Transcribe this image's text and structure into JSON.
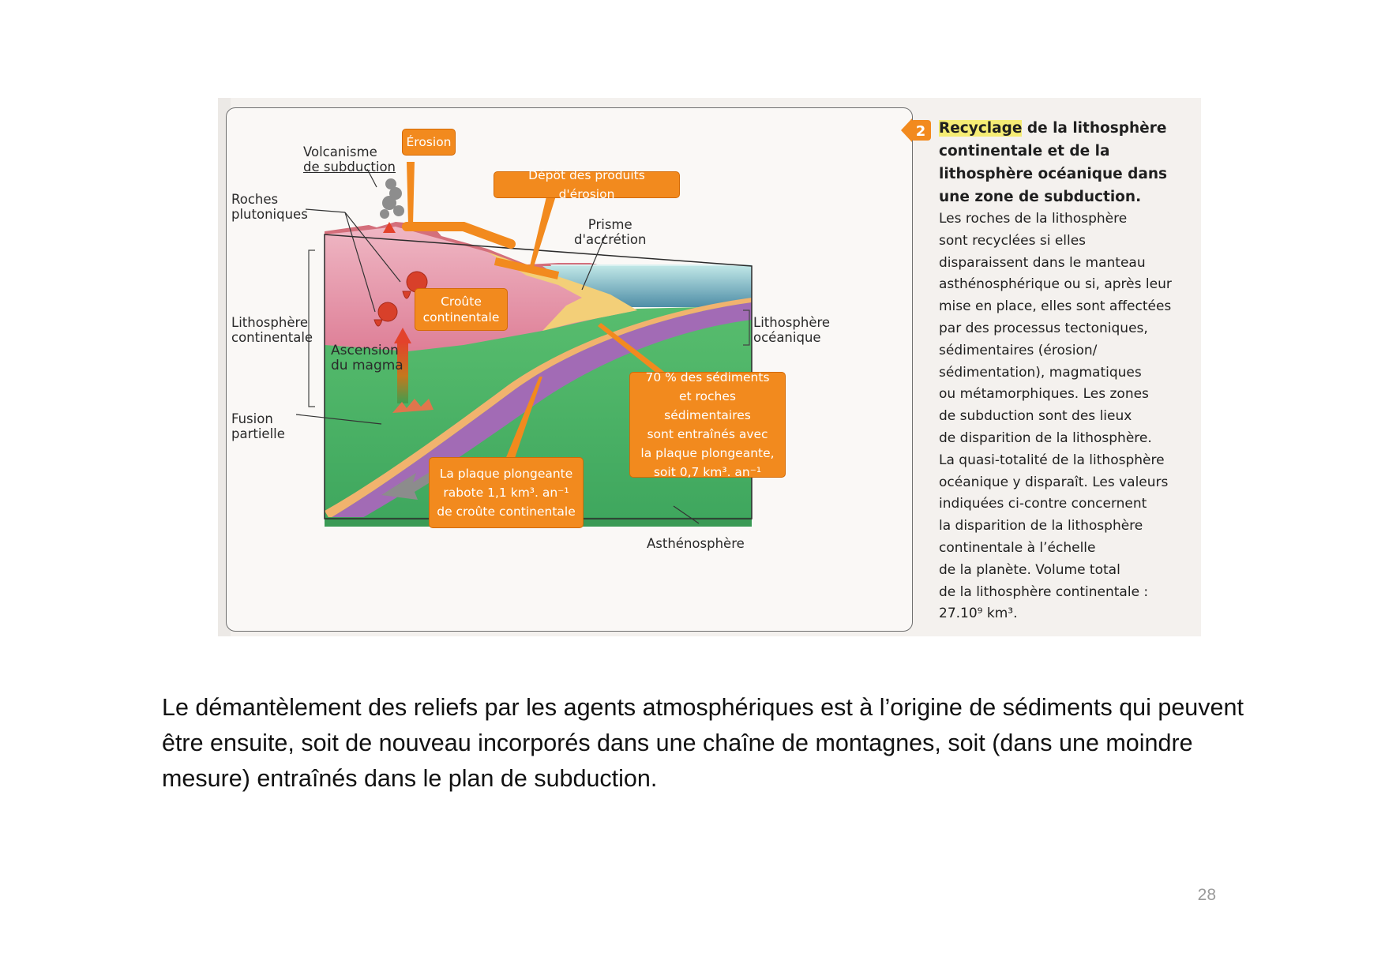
{
  "figure": {
    "number": "2",
    "caption": {
      "title_highlight": "Recyclage",
      "title_rest": " de la lithosphère continentale et de la lithosphère océanique dans une zone de subduction.",
      "body_lines": [
        "Les roches de la lithosphère",
        "sont recyclées si elles",
        "disparaissent dans le manteau",
        "asthénosphérique ou si, après leur",
        "mise en place, elles sont affectées",
        "par des processus tectoniques,",
        "sédimentaires (érosion/",
        "sédimentation), magmatiques",
        "ou métamorphiques. Les zones",
        "de subduction sont des lieux",
        "de disparition de la lithosphère.",
        "La quasi-totalité de la lithosphère",
        "océanique y disparaît. Les valeurs",
        "indiquées ci-contre concernent",
        "la disparition de la lithosphère",
        "continentale à l’échelle",
        "de la planète. Volume total",
        "de la lithosphère continentale :",
        "27.10⁹ km³."
      ]
    },
    "labels": {
      "volcanisme": [
        "Volcanisme",
        "de subduction"
      ],
      "roches_plutoniques": [
        "Roches",
        "plutoniques"
      ],
      "lithosphere_continentale": [
        "Lithosphère",
        "continentale"
      ],
      "ascension": [
        "Ascension",
        "du magma"
      ],
      "fusion": [
        "Fusion",
        "partielle"
      ],
      "prisme": [
        "Prisme",
        "d'accrétion"
      ],
      "lithosphere_oceanique": [
        "Lithosphère",
        "océanique"
      ],
      "asthenosphere": "Asthénosphère"
    },
    "boxes": {
      "erosion": "Érosion",
      "depot": "Dépôt des produits d'érosion",
      "croute": [
        "Croûte",
        "continentale"
      ],
      "sediments": [
        "70 % des sédiments",
        "et roches sédimentaires",
        "sont entraînés avec",
        "la plaque plongeante,",
        "soit 0,7 km³. an⁻¹"
      ],
      "rabote": [
        "La plaque plongeante",
        "rabote 1,1 km³. an⁻¹",
        "de croûte continentale"
      ]
    },
    "colors": {
      "continental_crust": "#e99ab0",
      "mantle_green": "#4db56a",
      "ocean": "#9fd6d9",
      "oceanic_slab": "#a26bb5",
      "box_orange": "#f28a1e",
      "magma_red": "#d8402a"
    }
  },
  "main_text": "Le démantèlement des reliefs par les agents atmosphériques est à l’origine de sédiments qui peuvent être ensuite, soit de nouveau incorporés dans une chaîne de montagnes, soit (dans une moindre mesure) entraînés dans le plan de subduction.",
  "page_number": "28"
}
